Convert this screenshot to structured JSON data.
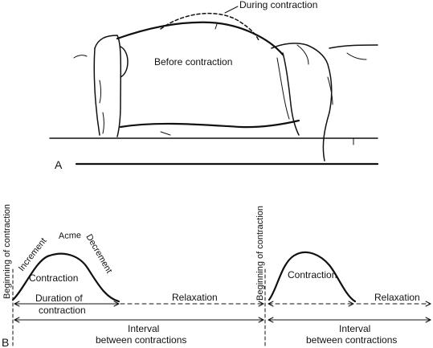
{
  "panel_a": {
    "label": "A",
    "during_label": "During contraction",
    "before_label": "Before contraction"
  },
  "panel_b": {
    "label": "B",
    "beginning_label_1": "Beginning of contraction",
    "beginning_label_2": "Beginning of contraction",
    "increment_label": "Increment",
    "acme_label": "Acme",
    "decrement_label": "Decrement",
    "contraction_label_1": "Contraction",
    "contraction_label_2": "Contraction",
    "duration_label_line1": "Duration of",
    "duration_label_line2": "contraction",
    "relaxation_label_1": "Relaxation",
    "relaxation_label_2": "Relaxation",
    "interval_label_1_line1": "Interval",
    "interval_label_1_line2": "between contractions",
    "interval_label_2_line1": "Interval",
    "interval_label_2_line2": "between contractions"
  }
}
